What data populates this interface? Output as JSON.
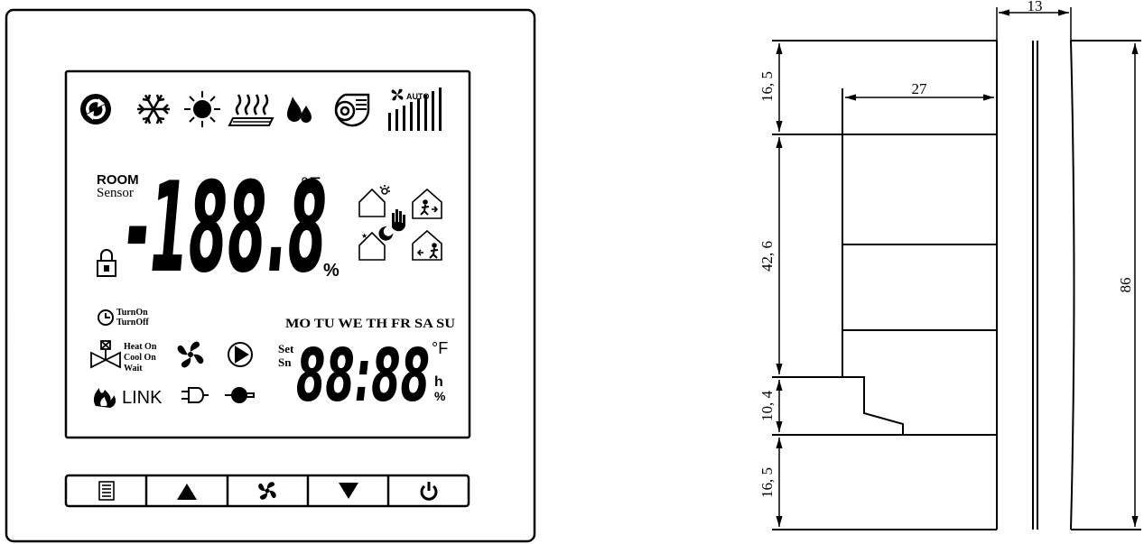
{
  "display": {
    "room_label": "ROOM",
    "sensor_label": "Sensor",
    "main_reading": "-188.8",
    "unit_f": "°F",
    "unit_percent": "%",
    "fan_auto_label": "AUTO",
    "turn_on_label": "TurnOn",
    "turn_off_label": "TurnOff",
    "days": "MO TU WE TH FR SA SU",
    "heat_on_label": "Heat On",
    "cool_on_label": "Cool On",
    "wait_label": "Wait",
    "link_label": "LINK",
    "set_label": "Set",
    "sn_label": "Sn",
    "small_reading": "88:88",
    "small_unit_f": "°F",
    "hours_label": "h",
    "small_percent": "%",
    "icons": [
      "sync-icon",
      "snowflake-icon",
      "sun-icon",
      "floor-heat-icon",
      "water-drop-icon",
      "blower-icon",
      "fan-speed-icon",
      "lock-icon",
      "clock-icon",
      "valve-icon",
      "fan-icon",
      "pump-icon",
      "flame-icon",
      "plug-icon",
      "motor-icon",
      "home-sun-icon",
      "home-moon-icon",
      "hand-icon",
      "leave-home-icon",
      "come-home-icon"
    ]
  },
  "buttons": [
    {
      "name": "menu-button",
      "icon": "menu-icon"
    },
    {
      "name": "up-button",
      "icon": "triangle-up-icon"
    },
    {
      "name": "fan-button",
      "icon": "fan-icon"
    },
    {
      "name": "down-button",
      "icon": "triangle-down-icon"
    },
    {
      "name": "power-button",
      "icon": "power-icon"
    }
  ],
  "dimensions": {
    "width_top": "13",
    "depth": "27",
    "dim_top": "16, 5",
    "dim_middle": "42, 6",
    "dim_lower": "10, 4",
    "dim_bottom": "16, 5",
    "total_height": "86"
  }
}
